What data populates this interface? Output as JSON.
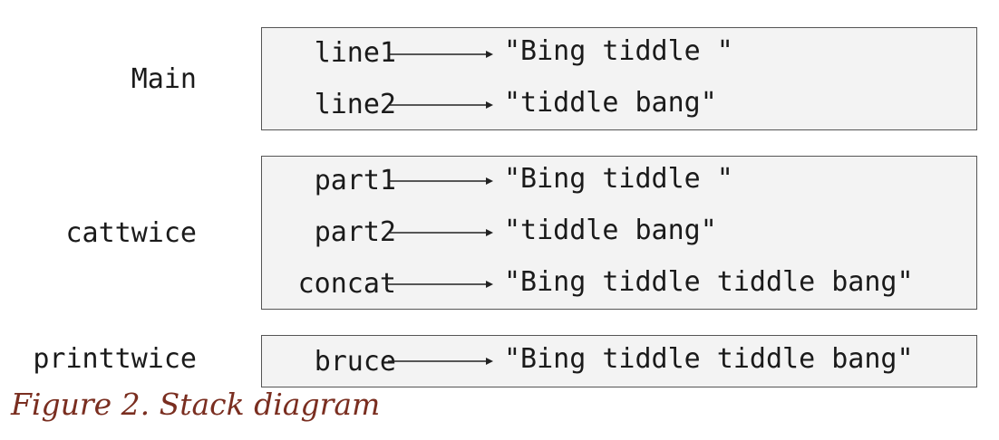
{
  "frames": [
    {
      "name": "Main",
      "vars": [
        {
          "name": "line1",
          "value": "\"Bing tiddle \""
        },
        {
          "name": "line2",
          "value": "\"tiddle bang\""
        }
      ]
    },
    {
      "name": "cattwice",
      "vars": [
        {
          "name": "part1",
          "value": "\"Bing tiddle \""
        },
        {
          "name": "part2",
          "value": "\"tiddle bang\""
        },
        {
          "name": "concat",
          "value": "\"Bing tiddle tiddle bang\""
        }
      ]
    },
    {
      "name": "printtwice",
      "vars": [
        {
          "name": "bruce",
          "value": "\"Bing tiddle tiddle bang\""
        }
      ]
    }
  ],
  "caption": "Figure 2. Stack diagram",
  "colors": {
    "frame_fill": "#f3f3f3",
    "frame_border": "#555555",
    "caption": "#7a2e20"
  }
}
